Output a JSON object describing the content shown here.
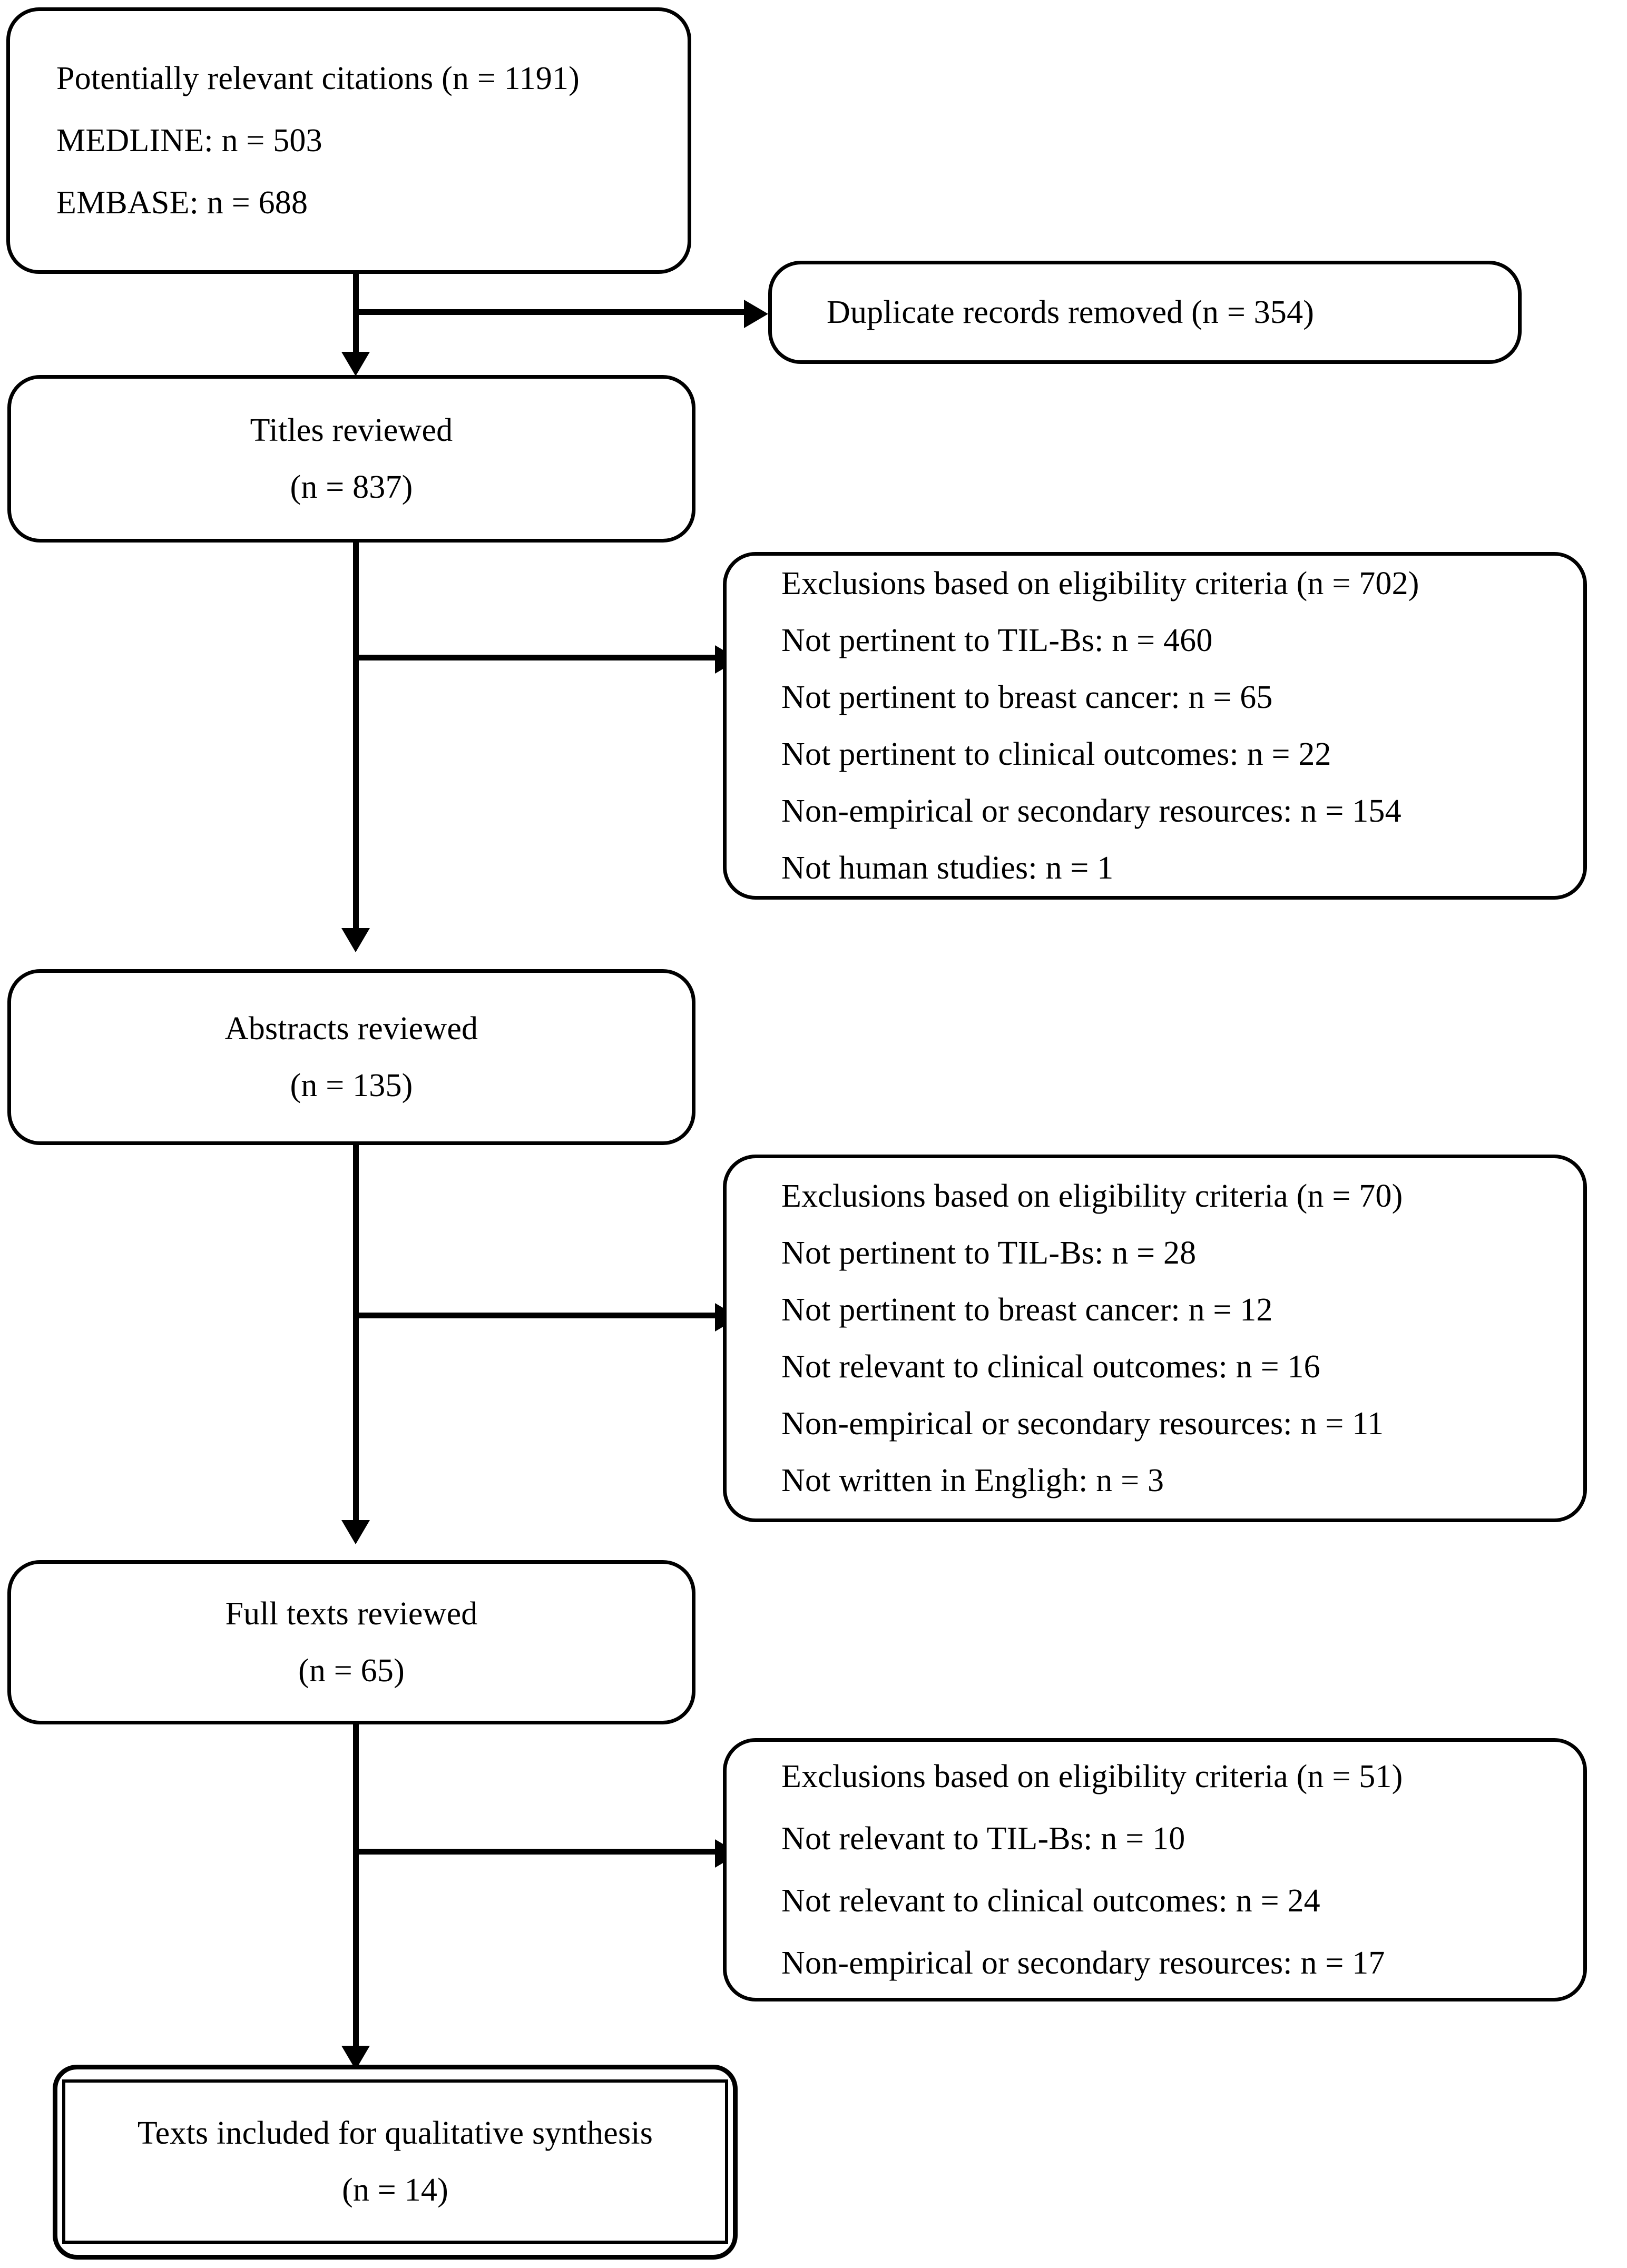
{
  "diagram": {
    "title": "PRISMA study selection flow diagram",
    "type": "flowchart",
    "stroke_color": "#000000",
    "background_color": "#ffffff"
  },
  "nodes": {
    "identification": {
      "name": "potentially-relevant-citations",
      "lines": [
        "Potentially relevant citations (n = 1191)",
        "MEDLINE: n = 503",
        "EMBASE: n = 688"
      ]
    },
    "duplicates": {
      "name": "duplicate-records-removed",
      "lines": [
        "Duplicate records removed (n = 354)"
      ]
    },
    "titles": {
      "name": "titles-reviewed",
      "lines": [
        "Titles reviewed",
        "(n = 837)"
      ]
    },
    "exclusions_titles": {
      "name": "exclusions-after-titles",
      "lines": [
        "Exclusions based on eligibility criteria (n = 702)",
        "Not pertinent to TIL-Bs: n = 460",
        "Not pertinent to breast cancer: n = 65",
        "Not pertinent to clinical outcomes: n = 22",
        "Non-empirical or secondary resources: n = 154",
        "Not human studies: n = 1"
      ]
    },
    "abstracts": {
      "name": "abstracts-reviewed",
      "lines": [
        "Abstracts reviewed",
        "(n = 135)"
      ]
    },
    "exclusions_abstracts": {
      "name": "exclusions-after-abstracts",
      "lines": [
        "Exclusions based on eligibility criteria (n = 70)",
        "Not pertinent to TIL-Bs: n = 28",
        "Not pertinent to breast cancer: n = 12",
        "Not relevant to clinical outcomes: n = 16",
        "Non-empirical or secondary resources: n = 11",
        "Not written in Engligh: n = 3"
      ]
    },
    "fulltexts": {
      "name": "full-texts-reviewed",
      "lines": [
        "Full texts reviewed",
        "(n = 65)"
      ]
    },
    "exclusions_fulltexts": {
      "name": "exclusions-after-full-texts",
      "lines": [
        "Exclusions based on eligibility criteria (n = 51)",
        "Not relevant to TIL-Bs: n = 10",
        "Not relevant to clinical outcomes: n = 24",
        "Non-empirical or secondary resources: n = 17"
      ]
    },
    "included": {
      "name": "texts-included-qualitative-synthesis",
      "lines": [
        "Texts included for qualitative synthesis",
        "(n = 14)"
      ]
    }
  },
  "chart_data": {
    "type": "table",
    "title": "PRISMA study selection flow",
    "stages": [
      {
        "stage": "Potentially relevant citations",
        "n": 1191
      },
      {
        "stage": "MEDLINE",
        "n": 503
      },
      {
        "stage": "EMBASE",
        "n": 688
      },
      {
        "stage": "Duplicate records removed",
        "n": 354
      },
      {
        "stage": "Titles reviewed",
        "n": 837
      },
      {
        "stage": "Exclusions based on eligibility criteria (titles)",
        "n": 702
      },
      {
        "stage": "Abstracts reviewed",
        "n": 135
      },
      {
        "stage": "Exclusions based on eligibility criteria (abstracts)",
        "n": 70
      },
      {
        "stage": "Full texts reviewed",
        "n": 65
      },
      {
        "stage": "Exclusions based on eligibility criteria (full texts)",
        "n": 51
      },
      {
        "stage": "Texts included for qualitative synthesis",
        "n": 14
      }
    ],
    "exclusion_breakdown": {
      "titles_702": [
        {
          "reason": "Not pertinent to TIL-Bs",
          "n": 460
        },
        {
          "reason": "Not pertinent to breast cancer",
          "n": 65
        },
        {
          "reason": "Not pertinent to clinical outcomes",
          "n": 22
        },
        {
          "reason": "Non-empirical or secondary resources",
          "n": 154
        },
        {
          "reason": "Not human studies",
          "n": 1
        }
      ],
      "abstracts_70": [
        {
          "reason": "Not pertinent to TIL-Bs",
          "n": 28
        },
        {
          "reason": "Not pertinent to breast cancer",
          "n": 12
        },
        {
          "reason": "Not relevant to clinical outcomes",
          "n": 16
        },
        {
          "reason": "Non-empirical or secondary resources",
          "n": 11
        },
        {
          "reason": "Not written in Engligh",
          "n": 3
        }
      ],
      "fulltexts_51": [
        {
          "reason": "Not relevant to TIL-Bs",
          "n": 10
        },
        {
          "reason": "Not relevant to clinical outcomes",
          "n": 24
        },
        {
          "reason": "Non-empirical or secondary resources",
          "n": 17
        }
      ]
    }
  }
}
